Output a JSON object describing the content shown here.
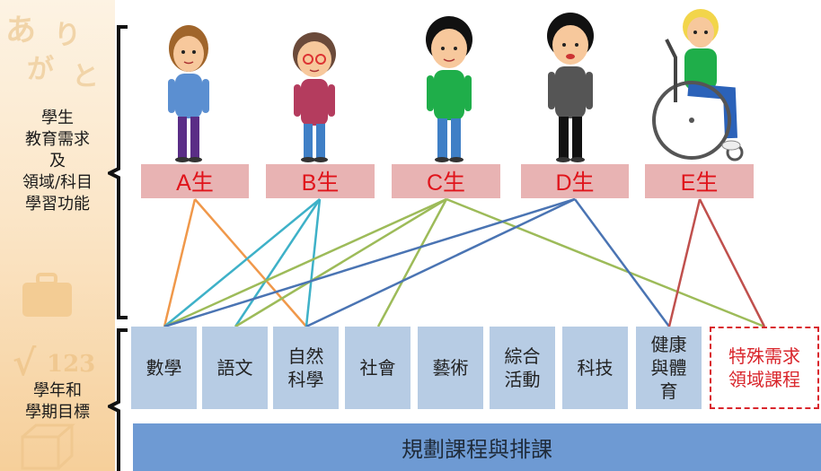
{
  "left_labels": {
    "top_lines": [
      "學生",
      "教育需求",
      "及",
      "領域/科目",
      "學習功能"
    ],
    "bottom_lines": [
      "學年和",
      "學期目標"
    ]
  },
  "students": [
    "A生",
    "B生",
    "C生",
    "D生",
    "E生"
  ],
  "subjects": [
    "數學",
    "語文",
    "自然\n科學",
    "社會",
    "藝術",
    "綜合\n活動",
    "科技",
    "健康\n與體\n育",
    "特殊需求\n領域課程"
  ],
  "bottom_bar": "規劃課程與排課",
  "connections": [
    {
      "student": "A生",
      "subjects": [
        "數學",
        "自然\n科學"
      ],
      "color": "#f0984a"
    },
    {
      "student": "B生",
      "subjects": [
        "數學",
        "語文",
        "自然\n科學"
      ],
      "color": "#3eb1c8"
    },
    {
      "student": "C生",
      "subjects": [
        "數學",
        "語文",
        "社會",
        "特殊需求\n領域課程"
      ],
      "color": "#9dbb59"
    },
    {
      "student": "D生",
      "subjects": [
        "數學",
        "自然\n科學",
        "健康\n與體\n育"
      ],
      "color": "#4a74b3"
    },
    {
      "student": "E生",
      "subjects": [
        "健康\n與體\n育",
        "特殊需求\n領域課程"
      ],
      "color": "#c0504d"
    }
  ],
  "colors": {
    "student_box": "#e8b3b3",
    "student_text": "#e0141b",
    "subject_box": "#b7cce4",
    "special_border": "#d9262c",
    "plan_bar": "#6e9ad3"
  }
}
